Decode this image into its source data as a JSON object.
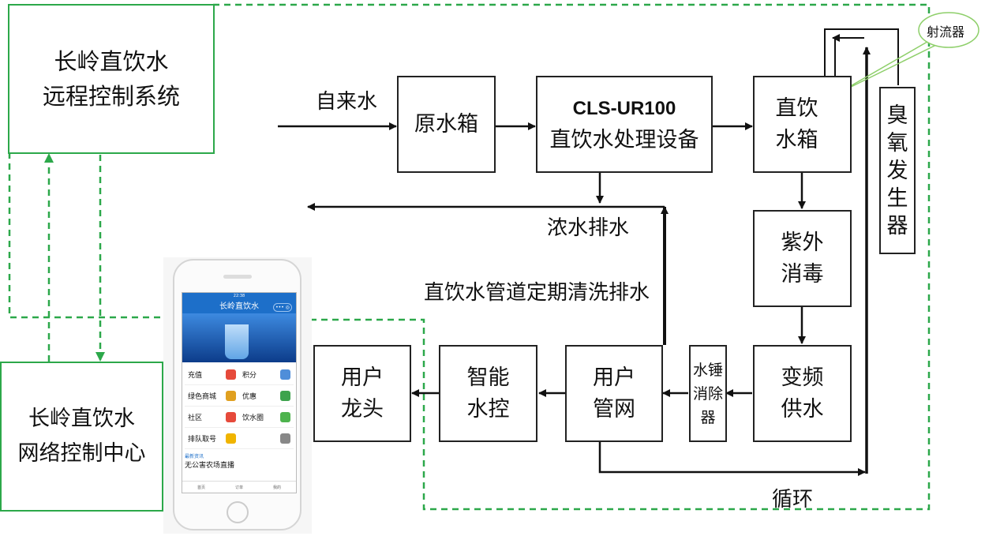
{
  "remote_system": {
    "line1": "长岭直饮水",
    "line2": "远程控制系统"
  },
  "network_center": {
    "line1": "长岭直饮水",
    "line2": "网络控制中心"
  },
  "boxes": {
    "raw_tank": "原水箱",
    "treatment_line1": "CLS-UR100",
    "treatment_line2": "直饮水处理设备",
    "direct_tank_line1": "直饮",
    "direct_tank_line2": "水箱",
    "ozone": [
      "臭",
      "氧",
      "发",
      "生",
      "器"
    ],
    "uv_line1": "紫外",
    "uv_line2": "消毒",
    "vfd_line1": "变频",
    "vfd_line2": "供水",
    "hammer": [
      "水锤",
      "消除",
      "器"
    ],
    "user_network_line1": "用户",
    "user_network_line2": "管网",
    "smart_control_line1": "智能",
    "smart_control_line2": "水控",
    "user_tap_line1": "用户",
    "user_tap_line2": "龙头"
  },
  "labels": {
    "tap_water": "自来水",
    "concentrate": "浓水排水",
    "pipe_flush": "直饮水管道定期清洗排水",
    "circulation": "循环",
    "ejector": "射流器"
  },
  "phone": {
    "status": "22:38",
    "title": "长岭直饮水",
    "menu": "•••  ◎",
    "tiles": [
      {
        "label": "充值",
        "color": "#e64a3b"
      },
      {
        "label": "积分",
        "color": "#4f8ed9"
      },
      {
        "label": "绿色商城",
        "color": "#e0a020"
      },
      {
        "label": "优惠",
        "color": "#3da34d"
      },
      {
        "label": "社区",
        "color": "#e64a3b"
      },
      {
        "label": "饮水圈",
        "color": "#4db34d"
      },
      {
        "label": "排队取号",
        "color": "#f0b400"
      },
      {
        "label": "",
        "color": "#888888"
      }
    ],
    "news_header": "最新资讯",
    "news_item": "无公害农场直播",
    "tabs": [
      "首页",
      "订单",
      "我的"
    ]
  },
  "colors": {
    "line": "#222222",
    "dashed": "#2ca84a"
  }
}
